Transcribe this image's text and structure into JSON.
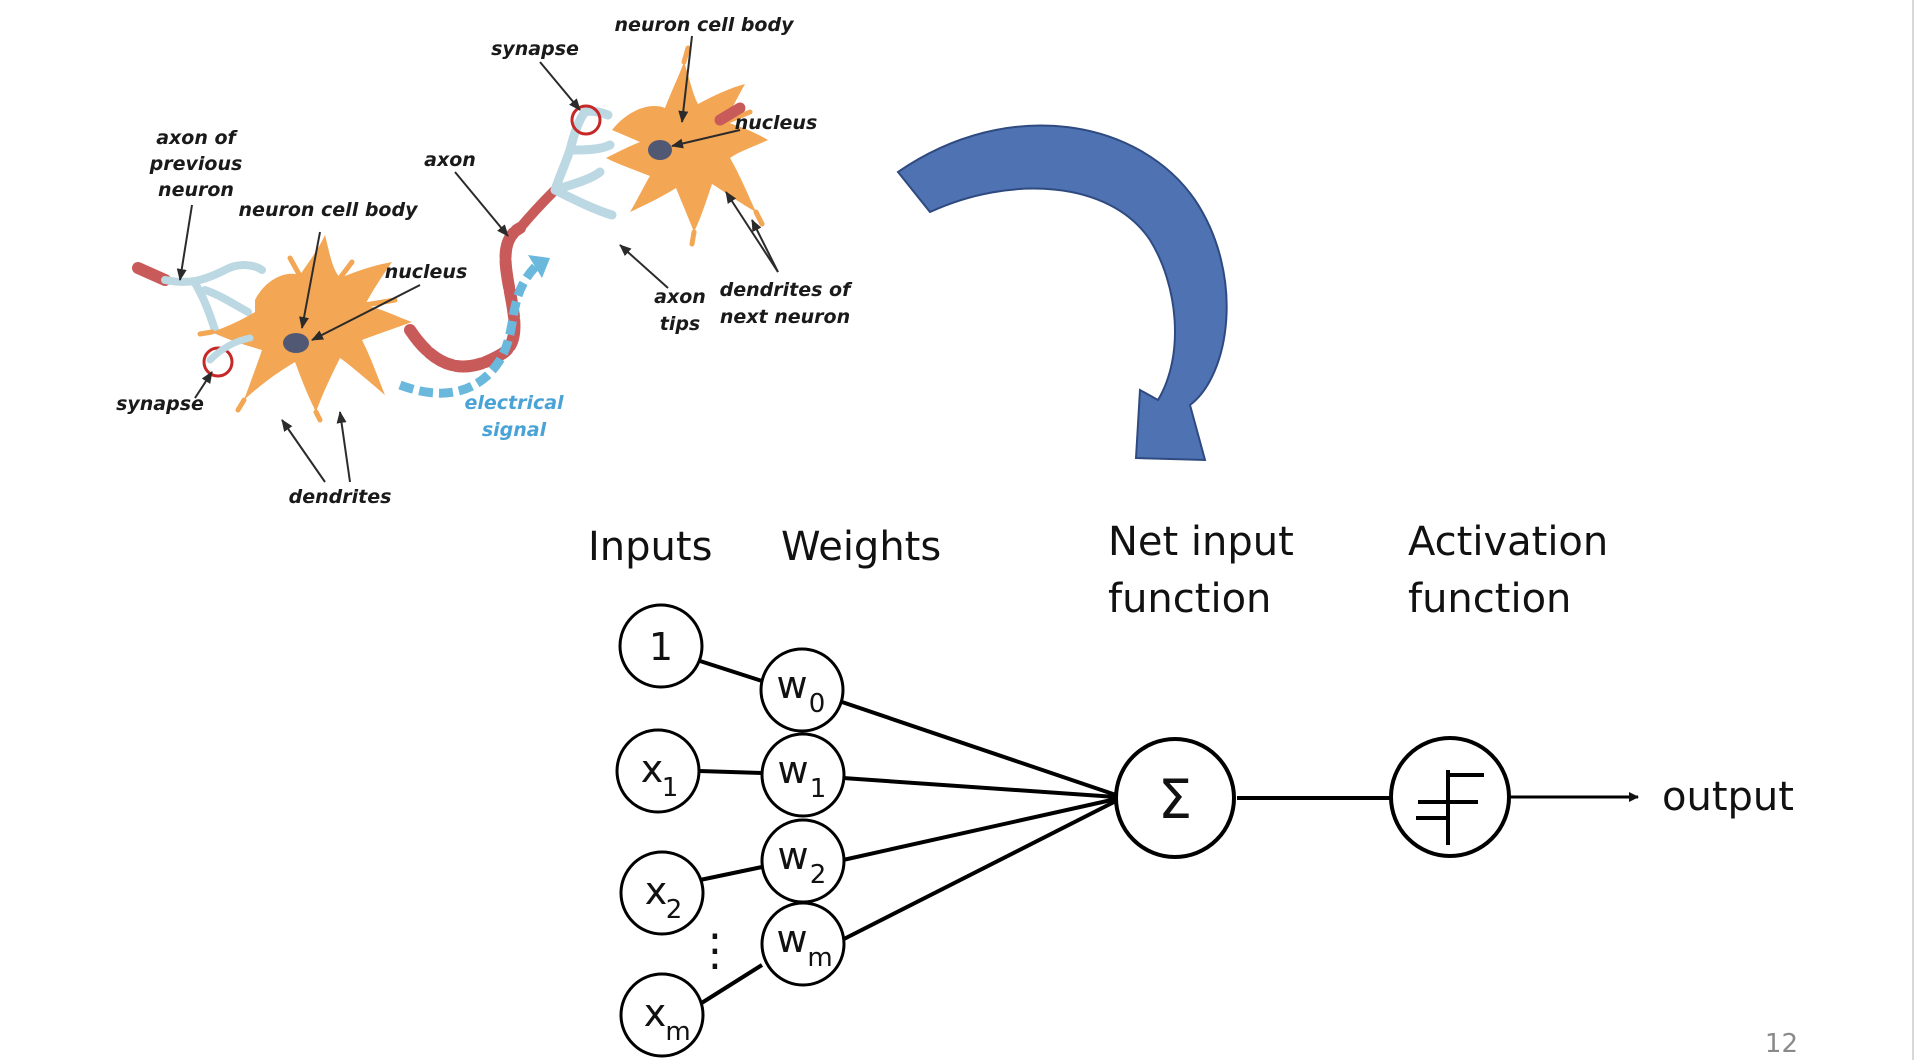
{
  "slide": {
    "page_number": "12",
    "colors": {
      "curve_arrow": "#4f72b3",
      "neuron_body": "#f3a653",
      "axon": "#c95a5a",
      "dendrite_tips": "#bcd8e3",
      "signal": "#6bb8dd",
      "synapse_ring": "#c62828",
      "nucleus": "#505873"
    }
  },
  "neuron_labels": {
    "axon_prev": [
      "axon of",
      "previous",
      "neuron"
    ],
    "cell_body_left": "neuron cell body",
    "nucleus_left": "nucleus",
    "synapse_left": "synapse",
    "dendrites": "dendrites",
    "axon": "axon",
    "electrical_signal": [
      "electrical",
      "signal"
    ],
    "synapse_right": "synapse",
    "cell_body_right": "neuron cell body",
    "nucleus_right": "nucleus",
    "axon_tips": [
      "axon",
      "tips"
    ],
    "dendrites_next": [
      "dendrites of",
      "next neuron"
    ]
  },
  "perceptron": {
    "headers": {
      "inputs": "Inputs",
      "weights": "Weights",
      "net_input": [
        "Net input",
        "function"
      ],
      "activation": [
        "Activation",
        "function"
      ]
    },
    "inputs": [
      {
        "base": "1",
        "sub": ""
      },
      {
        "base": "x",
        "sub": "1"
      },
      {
        "base": "x",
        "sub": "2"
      },
      {
        "base": "x",
        "sub": "m"
      }
    ],
    "weights": [
      {
        "base": "w",
        "sub": "0"
      },
      {
        "base": "w",
        "sub": "1"
      },
      {
        "base": "w",
        "sub": "2"
      },
      {
        "base": "w",
        "sub": "m"
      }
    ],
    "ellipsis": "⋮",
    "sum_symbol": "Σ",
    "output": "output"
  }
}
